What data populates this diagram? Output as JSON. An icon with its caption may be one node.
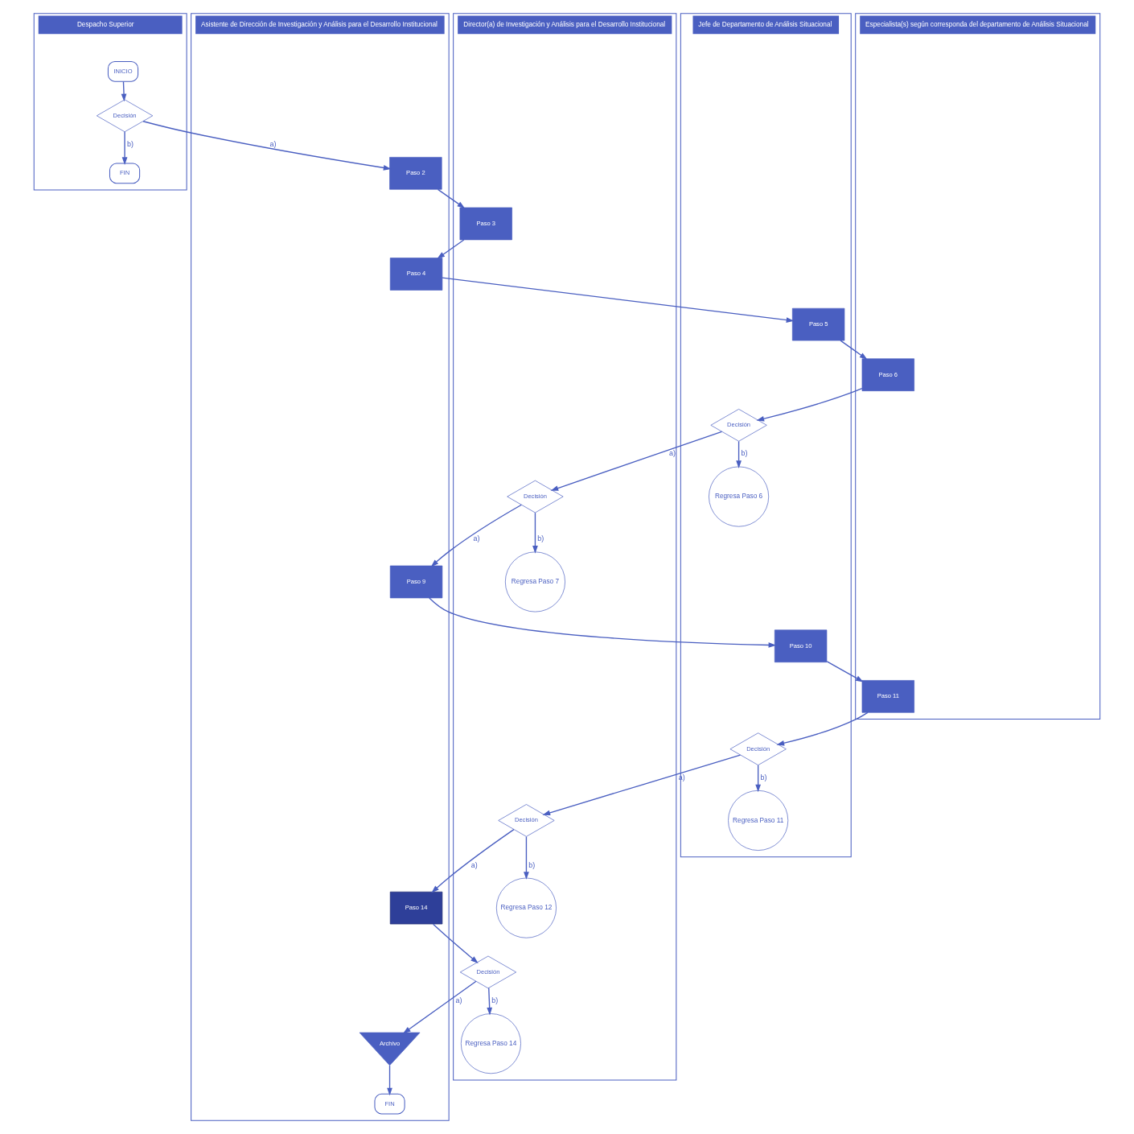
{
  "diagram": {
    "nodes": [
      {
        "text": [
          "Despacho Superior"
        ]
      },
      {
        "text": [
          "Asistente de Dirección de Investigación y Análisis para el Desarrollo Institucional"
        ]
      },
      {
        "text": [
          "Director(a) de Investigación y Análisis para el Desarrollo Institucional"
        ]
      },
      {
        "text": [
          "Jefe de Departamento de Análisis Situacional"
        ]
      },
      {
        "text": [
          "Especialista(s) según corresponda del departamento de Análisis Situacional"
        ]
      },
      {
        "text": [
          "INICIO"
        ],
        "in": 0
      },
      {
        "text": [
          "Decisión"
        ],
        "in": 0
      },
      {
        "text": [
          "FIN"
        ],
        "in": 0
      },
      {
        "text": [
          "Paso 2"
        ],
        "in": 1
      },
      {
        "text": [
          "Paso 3"
        ],
        "in": 2
      },
      {
        "text": [
          "Paso 4"
        ],
        "in": 1
      },
      {
        "text": [
          "Paso 5"
        ],
        "in": 3
      },
      {
        "text": [
          "Paso 6"
        ],
        "in": 4
      },
      {
        "text": [
          "Regresa Paso 6"
        ],
        "in": 3
      },
      {
        "text": [
          "Decisión"
        ],
        "in": 3
      },
      {
        "text": [
          "Regresa Paso 7"
        ],
        "in": 2
      },
      {
        "text": [
          "Decisión"
        ],
        "in": 2
      },
      {
        "text": [
          "Paso 9"
        ],
        "in": 1
      },
      {
        "text": [
          "Paso 10"
        ],
        "in": 3
      },
      {
        "text": [
          "Paso 11"
        ],
        "in": 4
      },
      {
        "text": [
          "Regresa Paso 11"
        ],
        "in": 3
      },
      {
        "text": [
          "Decisión"
        ],
        "in": 3
      },
      {
        "text": [
          "Regresa Paso 12"
        ],
        "in": 2
      },
      {
        "text": [
          "Decisión"
        ],
        "in": 2
      },
      {
        "text": [
          "Paso 14"
        ],
        "in": 1
      },
      {
        "text": [
          "Regresa Paso 14"
        ],
        "in": 2
      },
      {
        "text": [
          "Decisión"
        ],
        "in": 2
      },
      {
        "text": [
          "Archivo"
        ],
        "in": 1
      },
      {
        "text": [
          "FIN"
        ],
        "in": 1
      }
    ],
    "edges": [
      {
        "from": 5,
        "to": 6,
        "arrow": "to"
      },
      {
        "from": 6,
        "to": 7,
        "arrow": "to",
        "label": "b)"
      },
      {
        "from": 6,
        "to": 8,
        "arrow": "to",
        "label": "a)"
      },
      {
        "from": 8,
        "to": 9,
        "arrow": "to"
      },
      {
        "from": 9,
        "to": 10,
        "arrow": "to"
      },
      {
        "from": 10,
        "to": 11,
        "arrow": "to"
      },
      {
        "from": 11,
        "to": 12,
        "arrow": "to"
      },
      {
        "from": 12,
        "to": 14,
        "arrow": "to"
      },
      {
        "from": 14,
        "to": 13,
        "arrow": "to",
        "label": "b)"
      },
      {
        "from": 14,
        "to": 16,
        "arrow": "to",
        "label": "a)"
      },
      {
        "from": 16,
        "to": 15,
        "arrow": "to",
        "label": "b)"
      },
      {
        "from": 16,
        "to": 17,
        "arrow": "to",
        "label": "a)"
      },
      {
        "from": 17,
        "to": 18,
        "arrow": "to"
      },
      {
        "from": 18,
        "to": 19,
        "arrow": "to"
      },
      {
        "from": 19,
        "to": 21,
        "arrow": "to"
      },
      {
        "from": 21,
        "to": 20,
        "arrow": "to",
        "label": "b)"
      },
      {
        "from": 21,
        "to": 23,
        "arrow": "to",
        "label": "a)"
      },
      {
        "from": 23,
        "to": 22,
        "arrow": "to",
        "label": "b)"
      },
      {
        "from": 23,
        "to": 24,
        "arrow": "to",
        "label": "a)"
      },
      {
        "from": 24,
        "to": 26,
        "arrow": "to"
      },
      {
        "from": 26,
        "to": 25,
        "arrow": "to",
        "label": "b)"
      },
      {
        "from": 26,
        "to": 27,
        "arrow": "to",
        "label": "a)"
      },
      {
        "from": 27,
        "to": 28,
        "arrow": "to"
      }
    ]
  }
}
